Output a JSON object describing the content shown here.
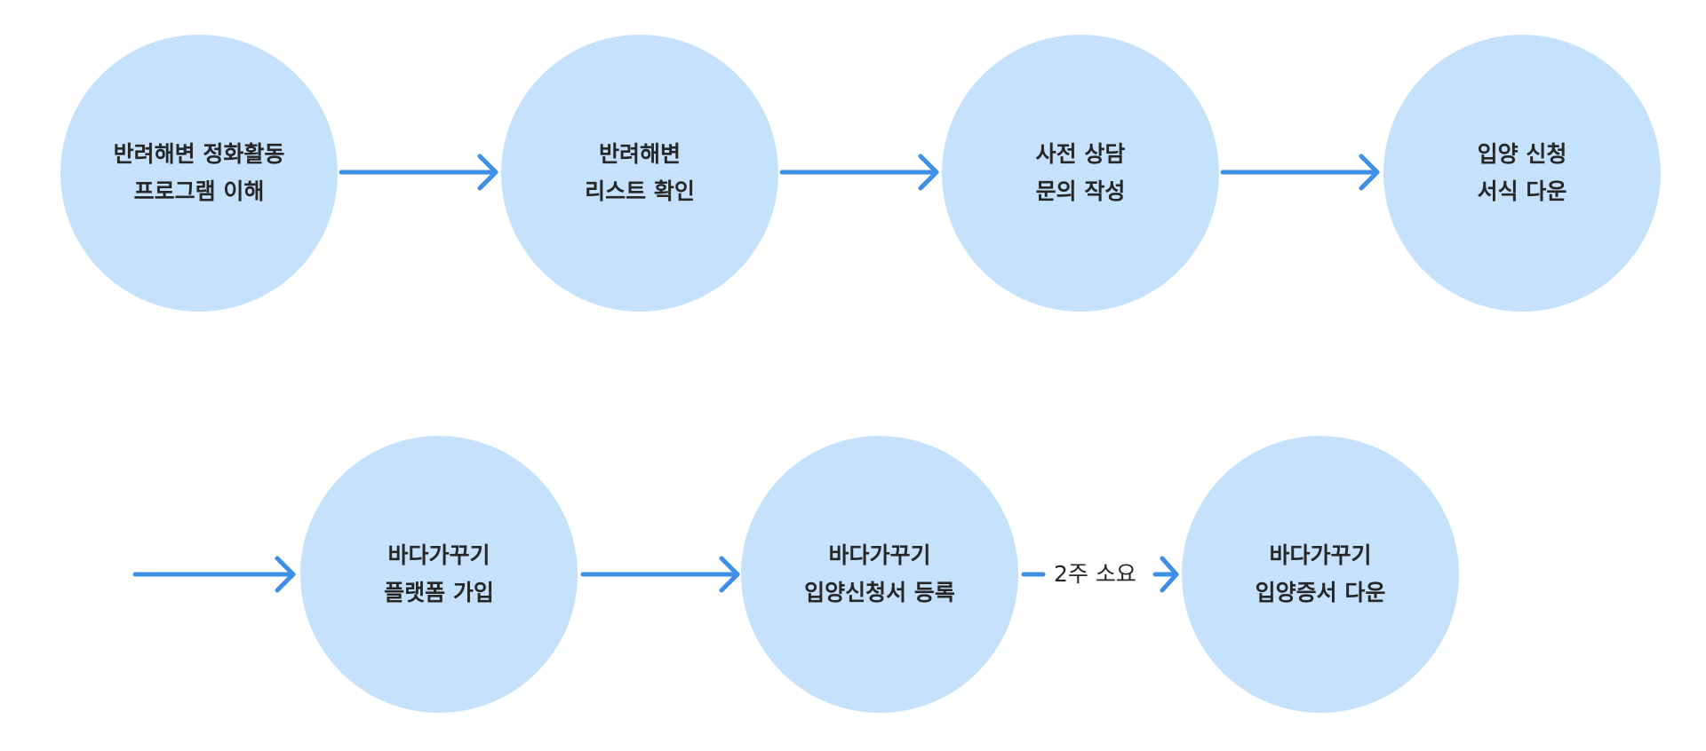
{
  "steps": [
    {
      "line1": "반려해변 정화활동",
      "line2": "프로그램 이해"
    },
    {
      "line1": "반려해변",
      "line2": "리스트 확인"
    },
    {
      "line1": "사전 상담",
      "line2": "문의 작성"
    },
    {
      "line1": "입양 신청",
      "line2": "서식 다운"
    },
    {
      "line1": "바다가꾸기",
      "line2": "플랫폼 가입"
    },
    {
      "line1": "바다가꾸기",
      "line2": "입양신청서 등록"
    },
    {
      "line1": "바다가꾸기",
      "line2": "입양증서 다운"
    }
  ],
  "connectors": {
    "duration_label": "2주 소요"
  },
  "colors": {
    "circle_fill": "#c5e1fb",
    "arrow": "#3d8fe8",
    "text": "#262626"
  }
}
